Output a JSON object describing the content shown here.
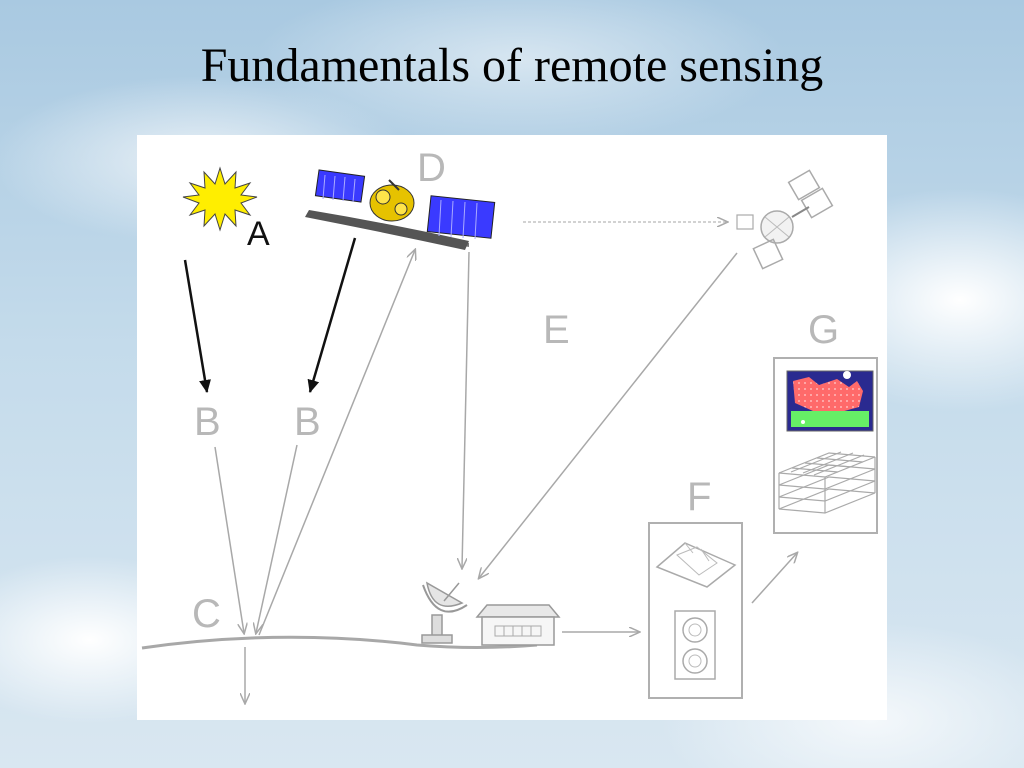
{
  "slide": {
    "title": "Fundamentals of remote sensing"
  },
  "diagram": {
    "labels": {
      "a": "A",
      "b_left": "B",
      "b_right": "B",
      "c": "C",
      "d": "D",
      "e": "E",
      "f": "F",
      "g": "G"
    },
    "colors": {
      "sun": "#ffee00",
      "solar_panel": "#3a3aff",
      "satellite_body": "#e6c200",
      "thematic_map_red": "#ff5a5a",
      "thematic_map_green": "#66ee66",
      "thematic_map_blue": "#2a2a90",
      "gray_line": "#a8a8a8"
    }
  }
}
